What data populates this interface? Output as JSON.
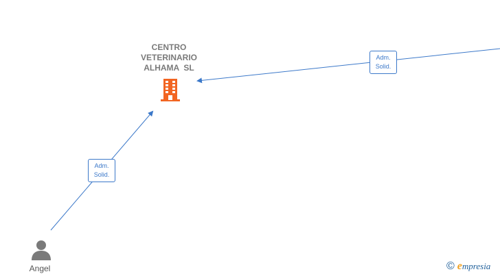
{
  "company": {
    "name_lines": [
      "CENTRO",
      "VETERINARIO",
      "ALHAMA  SL"
    ],
    "icon": "building-icon",
    "color": "#f26522"
  },
  "person": {
    "name": "Angel",
    "icon": "person-icon",
    "color": "#7a7a7a"
  },
  "edges": [
    {
      "from": "Angel",
      "to": "CENTRO VETERINARIO ALHAMA  SL",
      "label_lines": [
        "Adm.",
        "Solid."
      ]
    },
    {
      "from": "off-screen",
      "to": "CENTRO VETERINARIO ALHAMA  SL",
      "label_lines": [
        "Adm.",
        "Solid."
      ]
    }
  ],
  "edge_color": "#3b78c9",
  "brand": {
    "copyright": "©",
    "initial": "e",
    "rest": "mpresia"
  }
}
